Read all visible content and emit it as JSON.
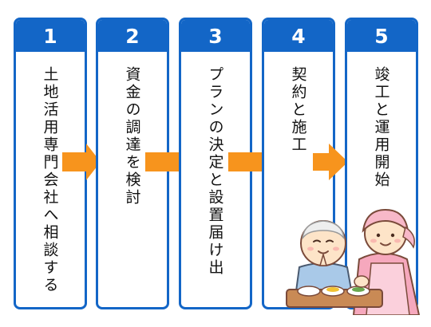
{
  "steps": [
    {
      "number": "1",
      "label": "土地活用専門会社へ相談する"
    },
    {
      "number": "2",
      "label": "資金の調達を検討"
    },
    {
      "number": "3",
      "label": "プランの決定と設置届け出"
    },
    {
      "number": "4",
      "label": "契約と施工"
    },
    {
      "number": "5",
      "label": "竣工と運用開始"
    }
  ],
  "colors": {
    "step_blue": "#1366c7",
    "arrow_orange": "#f7941d",
    "skin": "#fde4c8",
    "apron_pink": "#f6a8bd",
    "scarf_pink": "#f7b8c8"
  },
  "icons": {
    "arrow": "right-arrow-icon",
    "illustration": "elderly-man-and-caregiver-illustration"
  }
}
